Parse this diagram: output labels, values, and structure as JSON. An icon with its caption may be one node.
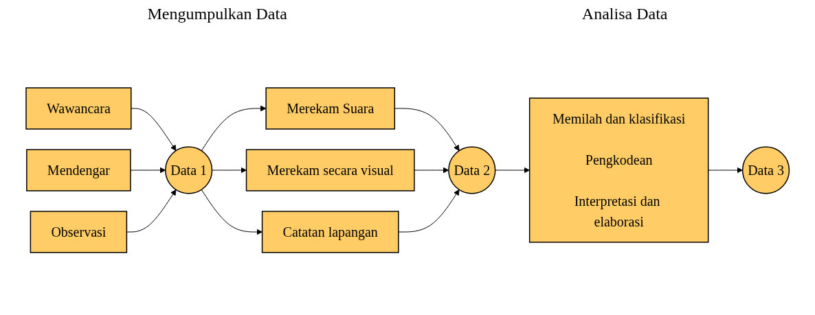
{
  "diagram": {
    "nodes": [
      {
        "text": [
          "Wawancara"
        ]
      },
      {
        "text": [
          "Mendengar"
        ]
      },
      {
        "text": [
          "Observasi"
        ]
      },
      {
        "text": [
          "Data 1"
        ]
      },
      {
        "text": [
          "Merekam Suara"
        ]
      },
      {
        "text": [
          "Merekam secara visual"
        ]
      },
      {
        "text": [
          "Catatan lapangan"
        ]
      },
      {
        "text": [
          "Data 2"
        ]
      },
      {
        "text": [
          "Memilah dan klasifikasi",
          "Pengkodean",
          "Interpretasi dan elaborasi"
        ]
      },
      {
        "text": [
          "Data 3"
        ]
      }
    ],
    "edges": [
      {
        "from": 0,
        "to": 3,
        "arrow": "to"
      },
      {
        "from": 1,
        "to": 3,
        "arrow": "to"
      },
      {
        "from": 2,
        "to": 3,
        "arrow": "to"
      },
      {
        "from": 3,
        "to": 4,
        "arrow": "to"
      },
      {
        "from": 3,
        "to": 5,
        "arrow": "to"
      },
      {
        "from": 3,
        "to": 6,
        "arrow": "to"
      },
      {
        "from": 4,
        "to": 7,
        "arrow": "to"
      },
      {
        "from": 5,
        "to": 7,
        "arrow": "to"
      },
      {
        "from": 6,
        "to": 7,
        "arrow": "to"
      },
      {
        "from": 7,
        "to": 8,
        "arrow": "to"
      },
      {
        "from": 8,
        "to": 9,
        "arrow": "to"
      }
    ],
    "labels": [
      "Mengumpulkan Data",
      "Analisa Data"
    ]
  }
}
